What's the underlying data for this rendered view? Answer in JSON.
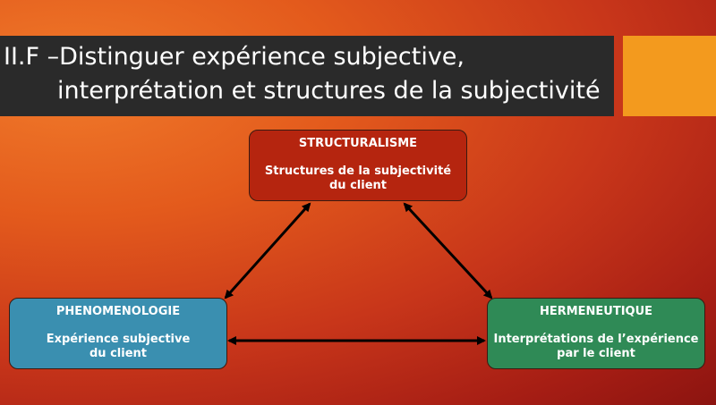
{
  "title": {
    "line1": "II.F –Distinguer expérience subjective,",
    "line2": "interprétation et structures de la subjectivité"
  },
  "nodes": {
    "structuralisme": {
      "title": "STRUCTURALISME",
      "text": "Structures de la subjectivité\ndu client"
    },
    "phenomenologie": {
      "title": "PHENOMENOLOGIE",
      "text": "Expérience subjective\ndu client"
    },
    "hermeneutique": {
      "title": "HERMENEUTIQUE",
      "text": "Interprétations de l’expérience\npar le client"
    }
  },
  "colors": {
    "title_bar": "#2a2a2a",
    "accent": "#f39a1e",
    "structuralisme": "#b5250f",
    "phenomenologie": "#3a8fb0",
    "hermeneutique": "#2f8a56",
    "arrows": "#000000"
  }
}
